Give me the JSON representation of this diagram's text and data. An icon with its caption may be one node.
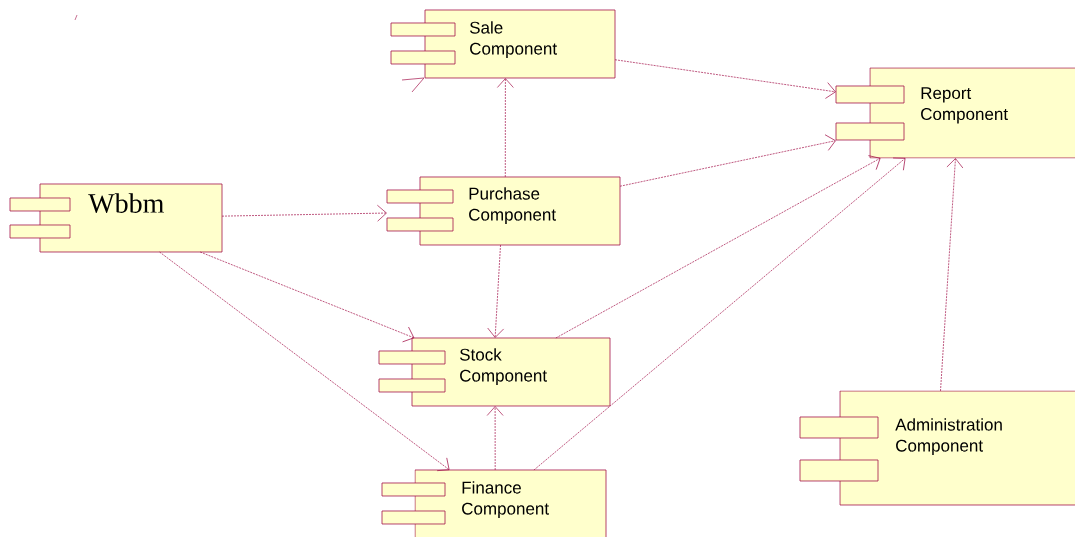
{
  "diagram": {
    "nodes": [
      {
        "text": [
          "Wbbm"
        ]
      },
      {
        "text": [
          "Sale Component"
        ]
      },
      {
        "text": [
          "Purchase Component"
        ]
      },
      {
        "text": [
          "Stock Component"
        ]
      },
      {
        "text": [
          "Finance Component"
        ]
      },
      {
        "text": [
          "Report Component"
        ]
      },
      {
        "text": [
          "Administration Component"
        ]
      }
    ],
    "edges": [
      {
        "from": 0,
        "to": 2,
        "arrow": "to",
        "style": "dashed"
      },
      {
        "from": 0,
        "to": 3,
        "arrow": "to",
        "style": "dashed"
      },
      {
        "from": 0,
        "to": 4,
        "arrow": "to",
        "style": "dashed"
      },
      {
        "from": 2,
        "to": 1,
        "arrow": "to",
        "style": "dashed"
      },
      {
        "from": 2,
        "to": 3,
        "arrow": "to",
        "style": "dashed"
      },
      {
        "from": 1,
        "to": 5,
        "arrow": "to",
        "style": "dashed"
      },
      {
        "from": 2,
        "to": 5,
        "arrow": "to",
        "style": "dashed"
      },
      {
        "from": 3,
        "to": 5,
        "arrow": "to",
        "style": "dashed"
      },
      {
        "from": 4,
        "to": 5,
        "arrow": "to",
        "style": "dashed"
      },
      {
        "from": 4,
        "to": 3,
        "arrow": "to",
        "style": "dashed"
      },
      {
        "from": 6,
        "to": 5,
        "arrow": "to",
        "style": "dashed"
      }
    ]
  }
}
